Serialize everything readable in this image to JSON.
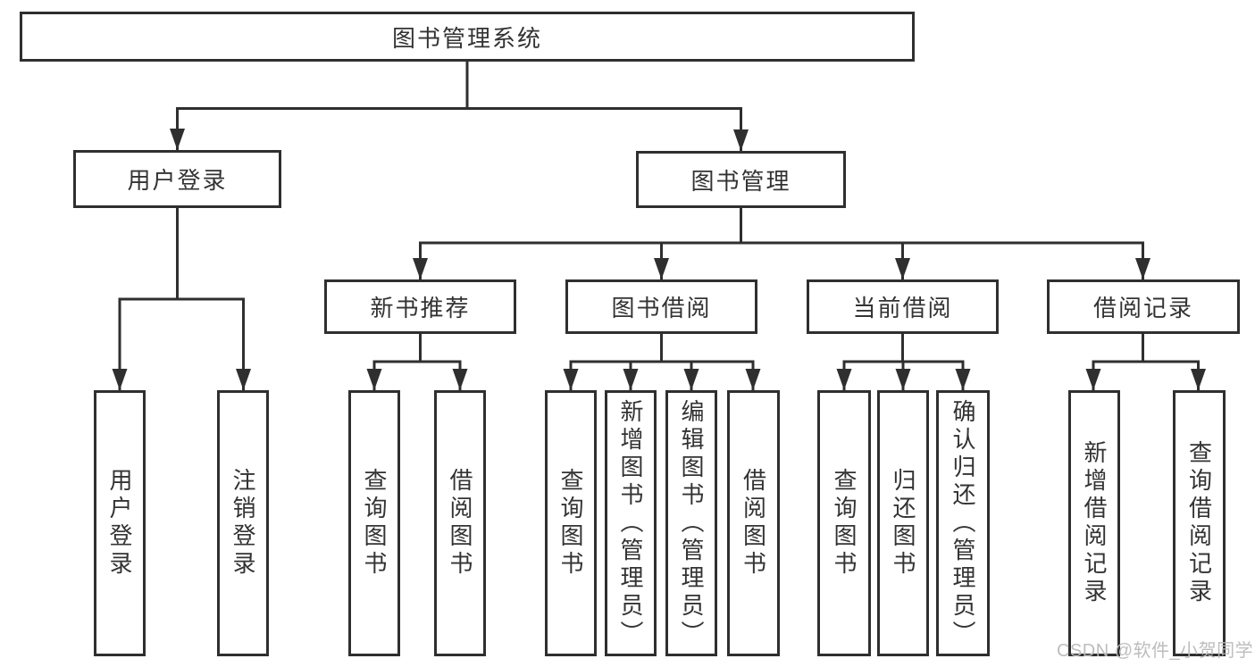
{
  "tree": {
    "root": {
      "label": "图书管理系统"
    },
    "level2": [
      {
        "label": "用户登录",
        "children": [
          {
            "label": "用户登录"
          },
          {
            "label": "注销登录"
          }
        ]
      },
      {
        "label": "图书管理"
      }
    ],
    "level3": [
      {
        "label": "新书推荐",
        "children": [
          {
            "label": "查询图书"
          },
          {
            "label": "借阅图书"
          }
        ]
      },
      {
        "label": "图书借阅",
        "children": [
          {
            "label": "查询图书"
          },
          {
            "label": "新增图书（管理员）"
          },
          {
            "label": "编辑图书（管理员）"
          },
          {
            "label": "借阅图书"
          }
        ]
      },
      {
        "label": "当前借阅",
        "children": [
          {
            "label": "查询图书"
          },
          {
            "label": "归还图书"
          },
          {
            "label": "确认归还（管理员）"
          }
        ]
      },
      {
        "label": "借阅记录",
        "children": [
          {
            "label": "新增借阅记录"
          },
          {
            "label": "查询借阅记录"
          }
        ]
      }
    ]
  },
  "watermark": "CSDN @软件_小贺同学",
  "colors": {
    "line": "#2f2f2f",
    "text": "#333333",
    "background": "#ffffff",
    "watermark": "#b9b9b9"
  }
}
